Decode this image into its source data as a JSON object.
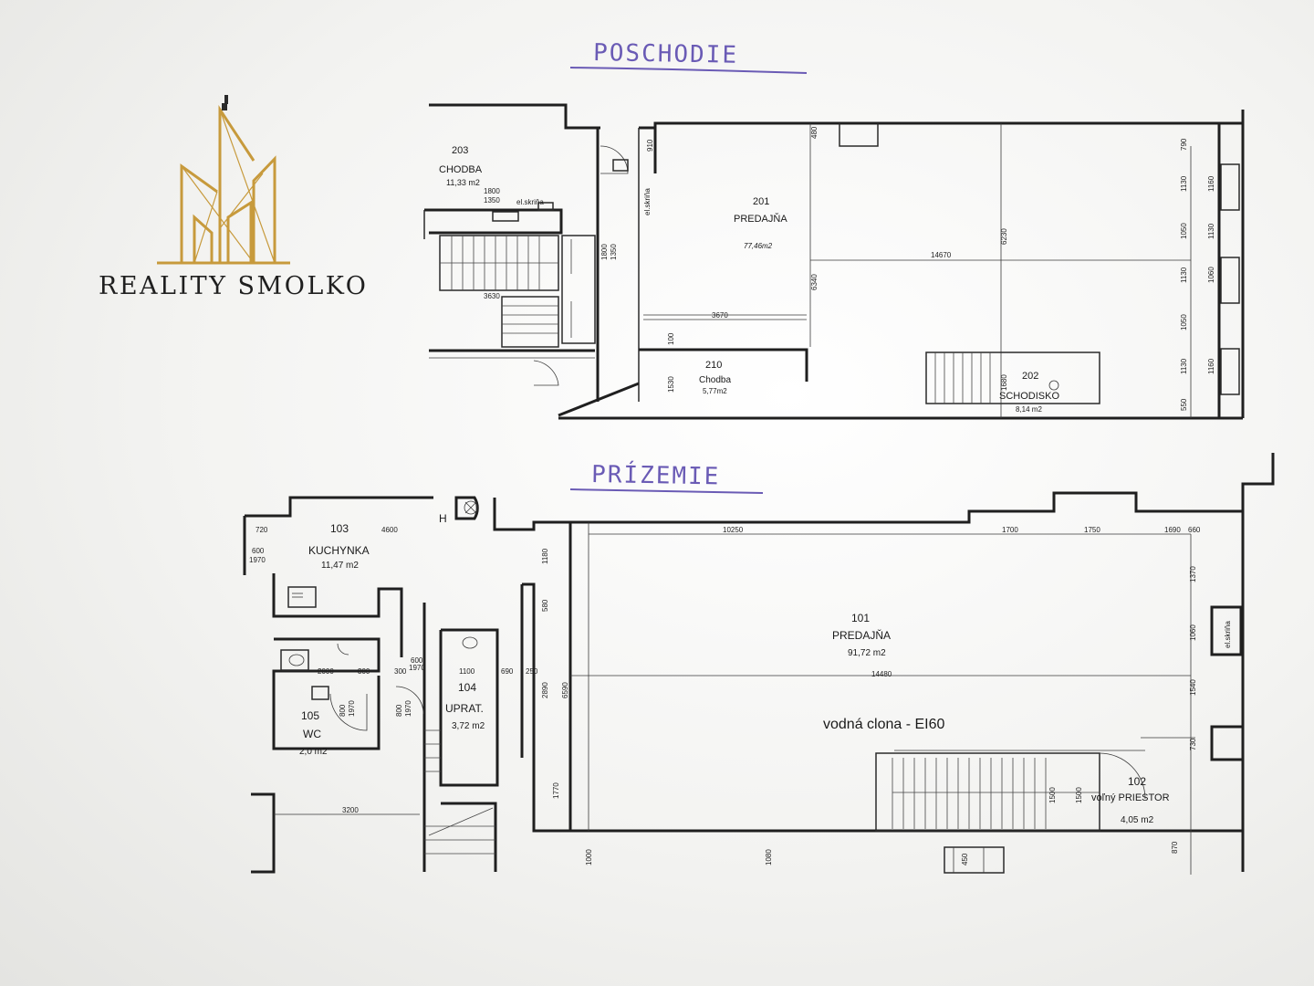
{
  "logo": {
    "brand": "REALITY SMOLKO",
    "gold": "#c79a3c"
  },
  "floors": [
    {
      "id": "upper",
      "heading": "POSCHODIE",
      "rooms": [
        {
          "id": "203",
          "number": "203",
          "name": "CHODBA",
          "area": "11,33 m2"
        },
        {
          "id": "201",
          "number": "201",
          "name": "PREDAJŇA",
          "area": "77,46m2"
        },
        {
          "id": "210",
          "number": "210",
          "name": "Chodba",
          "area": "5,77m2"
        },
        {
          "id": "202",
          "number": "202",
          "name": "SCHODISKO",
          "area": "8,14 m2"
        }
      ],
      "labels": {
        "switchboard": "el.skriňa"
      },
      "dimensions": [
        "910",
        "480",
        "1800",
        "1350",
        "1800",
        "1350",
        "3670",
        "14670",
        "6340",
        "6230",
        "100",
        "1530",
        "1680",
        "790",
        "1130",
        "1050",
        "1160",
        "1130",
        "1060",
        "1130",
        "1050",
        "1160",
        "1130",
        "550",
        "3630"
      ]
    },
    {
      "id": "ground",
      "heading": "PRÍZEMIE",
      "rooms": [
        {
          "id": "103",
          "number": "103",
          "name": "KUCHYNKA",
          "area": "11,47 m2"
        },
        {
          "id": "101",
          "number": "101",
          "name": "PREDAJŇA",
          "area": "91,72 m2"
        },
        {
          "id": "105",
          "number": "105",
          "name": "WC",
          "area": "2,0 m2"
        },
        {
          "id": "104",
          "number": "104",
          "name": "UPRAT.",
          "area": "3,72 m2"
        },
        {
          "id": "102",
          "number": "102",
          "name": "voľný PRIESTOR",
          "area": "4,05 m2"
        }
      ],
      "labels": {
        "water_curtain": "vodná clona - EI60",
        "hydrant": "H",
        "switchboard": "el.skriňa"
      },
      "dimensions": [
        "720",
        "4600",
        "10250",
        "1700",
        "1750",
        "1690",
        "660",
        "600",
        "1970",
        "1180",
        "1370",
        "580",
        "2000",
        "300",
        "300",
        "1100",
        "690",
        "250",
        "600",
        "1970",
        "14480",
        "1060",
        "2890",
        "6590",
        "1540",
        "800",
        "1970",
        "800",
        "1970",
        "730",
        "1770",
        "1500",
        "1500",
        "3200",
        "1000",
        "1080",
        "450",
        "870"
      ]
    }
  ]
}
